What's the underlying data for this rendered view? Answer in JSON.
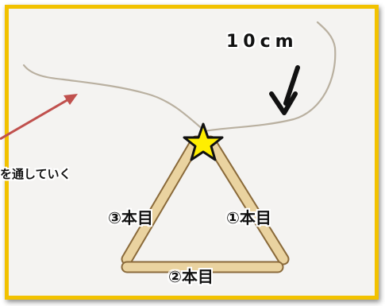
{
  "labels": {
    "length": "10cm",
    "thread_note": "を通していく",
    "stick_1": "①本目",
    "stick_2": "②本目",
    "stick_3": "③本目"
  },
  "colors": {
    "frame_border": "#f2c200",
    "star_fill": "#ffee00",
    "arrow_red": "#c0504d",
    "arrow_black": "#111111"
  },
  "icons": {
    "star": "star-icon",
    "red_arrow": "arrow-icon",
    "black_arrow": "arrow-down-icon"
  }
}
